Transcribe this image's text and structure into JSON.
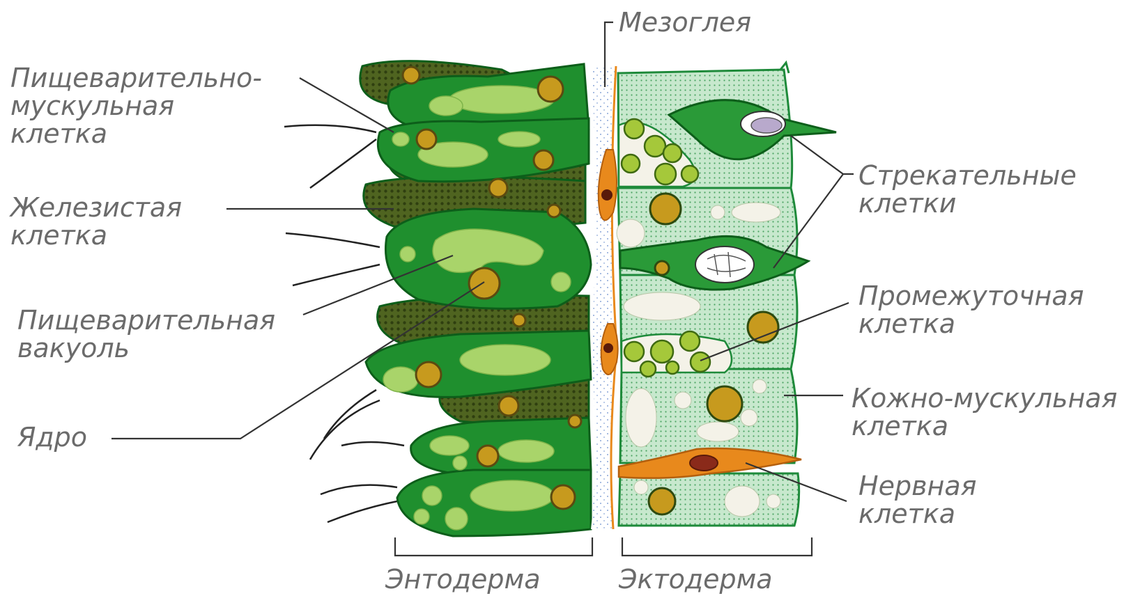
{
  "labels": {
    "mesoglea": "Мезоглея",
    "digestive_muscle_cell": [
      "Пищеварительно-",
      "мускульная",
      "клетка"
    ],
    "glandular_cell": [
      "Железистая",
      "клетка"
    ],
    "digestive_vacuole": [
      "Пищеварительная",
      "вакуоль"
    ],
    "nucleus": "Ядро",
    "stinging_cells": [
      "Стрекательные",
      "клетки"
    ],
    "interstitial_cell": [
      "Промежуточная",
      "клетка"
    ],
    "epithelial_muscle_cell": [
      "Кожно-мускульная",
      "клетка"
    ],
    "nerve_cell": [
      "Нервная",
      "клетка"
    ],
    "endoderm": "Энтодерма",
    "ectoderm": "Эктодерма"
  },
  "colors": {
    "label_text": "#6b6b6b",
    "leader_line": "#333333",
    "endo_cell": "#1f8f2e",
    "endo_outline": "#0d5e1a",
    "vacuole": "#a9d46a",
    "glandular_cell": "#4a5d1c",
    "nucleus": "#c79a1e",
    "ecto_cell": "#bfe3c6",
    "ecto_outline": "#1e8a3a",
    "ecto_vacuole": "#f4f2e8",
    "mesoglea": "#e8eef8",
    "nerve_cell": "#e8891c",
    "stinging_cell": "#2a9a38"
  }
}
